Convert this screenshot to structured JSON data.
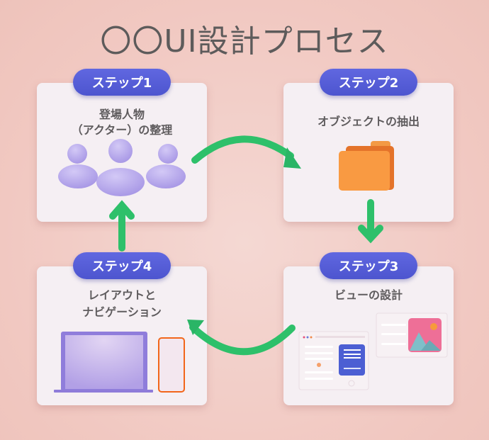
{
  "title": "〇〇UI設計プロセス",
  "steps": [
    {
      "badge": "ステップ1",
      "line1": "登場人物",
      "line2": "（アクター）の整理",
      "icon": "people-icon"
    },
    {
      "badge": "ステップ2",
      "line1": "オブジェクトの抽出",
      "line2": "",
      "icon": "folder-icon"
    },
    {
      "badge": "ステップ3",
      "line1": "ビューの設計",
      "line2": "",
      "icon": "ui-windows-icon"
    },
    {
      "badge": "ステップ4",
      "line1": "レイアウトと",
      "line2": "ナビゲーション",
      "icon": "laptop-phone-icon"
    }
  ],
  "colors": {
    "badge": "#5a61dc",
    "arrow": "#2ec06a",
    "people": "#b6a6ec",
    "folder": "#f7943e",
    "laptop": "#9d8ae0",
    "phone_border": "#f2661a",
    "image_bg": "#ee6f97"
  }
}
